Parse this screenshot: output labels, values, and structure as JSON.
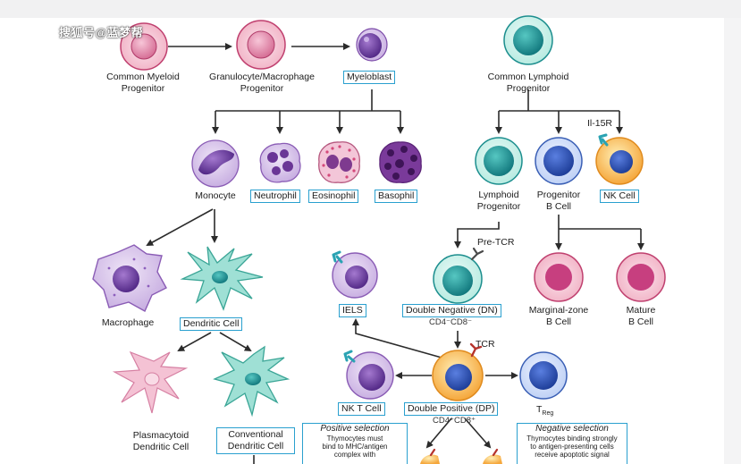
{
  "watermark": "搜狐号@蓝梦帮",
  "labels": {
    "cmp": [
      "Common Myeloid",
      "Progenitor"
    ],
    "gmp": [
      "Granulocyte/Macrophage",
      "Progenitor"
    ],
    "myeloblast": "Myeloblast",
    "clp": [
      "Common Lymphoid",
      "Progenitor"
    ],
    "monocyte": "Monocyte",
    "neutrophil": "Neutrophil",
    "eosinophil": "Eosinophil",
    "basophil": "Basophil",
    "il15r": "Il-15R",
    "lymphoid_progenitor": [
      "Lymphoid",
      "Progenitor"
    ],
    "progenitor_b": [
      "Progenitor",
      "B Cell"
    ],
    "nk_cell": "NK Cell",
    "pre_tcr": "Pre-TCR",
    "macrophage": "Macrophage",
    "dendritic_cell": "Dendritic Cell",
    "iels": "IELS",
    "double_negative": "Double Negative (DN)",
    "dn_markers": "CD4⁻CD8⁻",
    "marginal_zone": [
      "Marginal-zone",
      "B Cell"
    ],
    "mature_b": [
      "Mature",
      "B Cell"
    ],
    "tcr": "TCR",
    "plasmacytoid": [
      "Plasmacytoid",
      "Dendritic Cell"
    ],
    "conventional": [
      "Conventional",
      "Dendritic Cell"
    ],
    "nkt": "NK T Cell",
    "double_positive": "Double Positive (DP)",
    "dp_markers": "CD4⁺CD8⁺",
    "treg_main": "T",
    "treg_sub": "Reg"
  },
  "notes": {
    "positive": {
      "title": "Positive selection",
      "lines": [
        "Thymocytes must",
        "bind to MHC/antigen",
        "complex with"
      ]
    },
    "negative": {
      "title": "Negative selection",
      "lines": [
        "Thymocytes binding strongly",
        "to antigen-presenting cells",
        "receive apoptotic signal"
      ]
    }
  },
  "colors": {
    "box_border": "#2aa0cf",
    "arrow": "#2b2b2b",
    "myeloid_purple": "#7b3fa0",
    "lymphoid_teal": "#1e8f93",
    "b_cell_pink": "#c0407c",
    "nk_orange": "#f4a23a"
  }
}
